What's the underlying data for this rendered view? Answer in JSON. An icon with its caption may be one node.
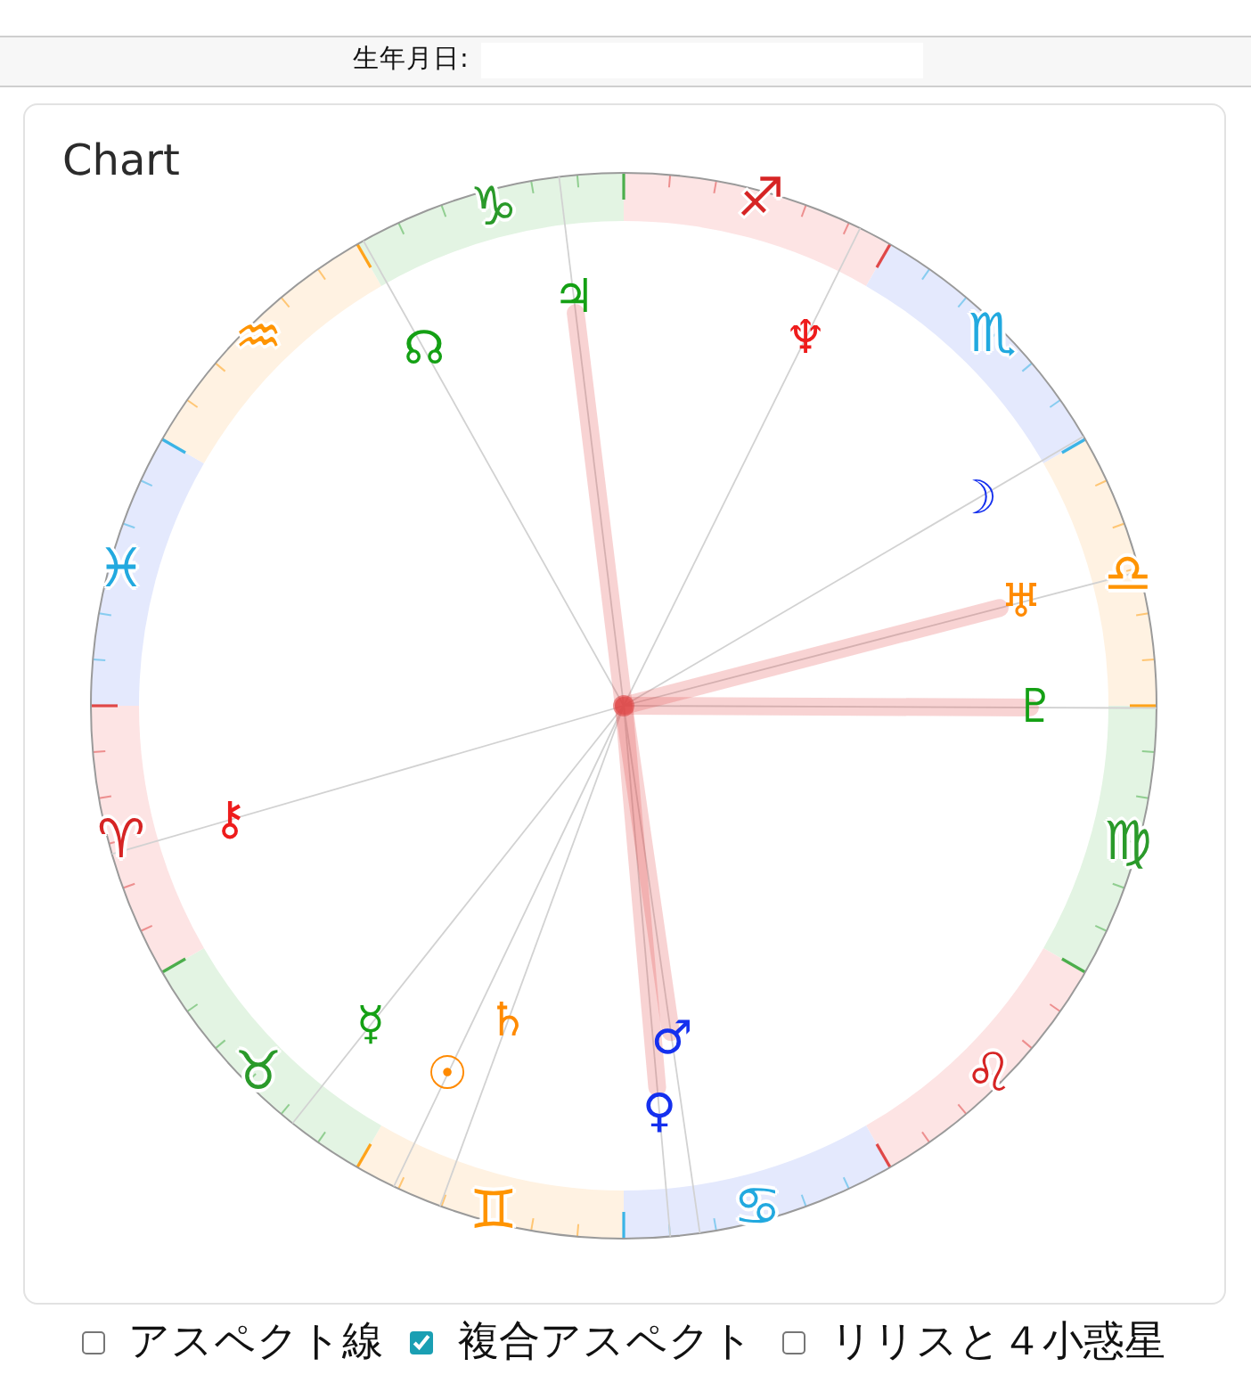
{
  "diagram": {
    "title": "Chart",
    "labels": [
      "生年月日:",
      "♑",
      "♐",
      "♒",
      "☊",
      "♃",
      "♆",
      "♏",
      "☽",
      "♓",
      "♅",
      "♎",
      "♇",
      "♈",
      "⚷",
      "♍",
      "♉",
      "☿",
      "☉",
      "♄",
      "♀",
      "♂",
      "♌",
      "♊",
      "♋",
      "アスペクト線",
      "複合アスペクト",
      "リリスと４小惑星"
    ]
  }
}
